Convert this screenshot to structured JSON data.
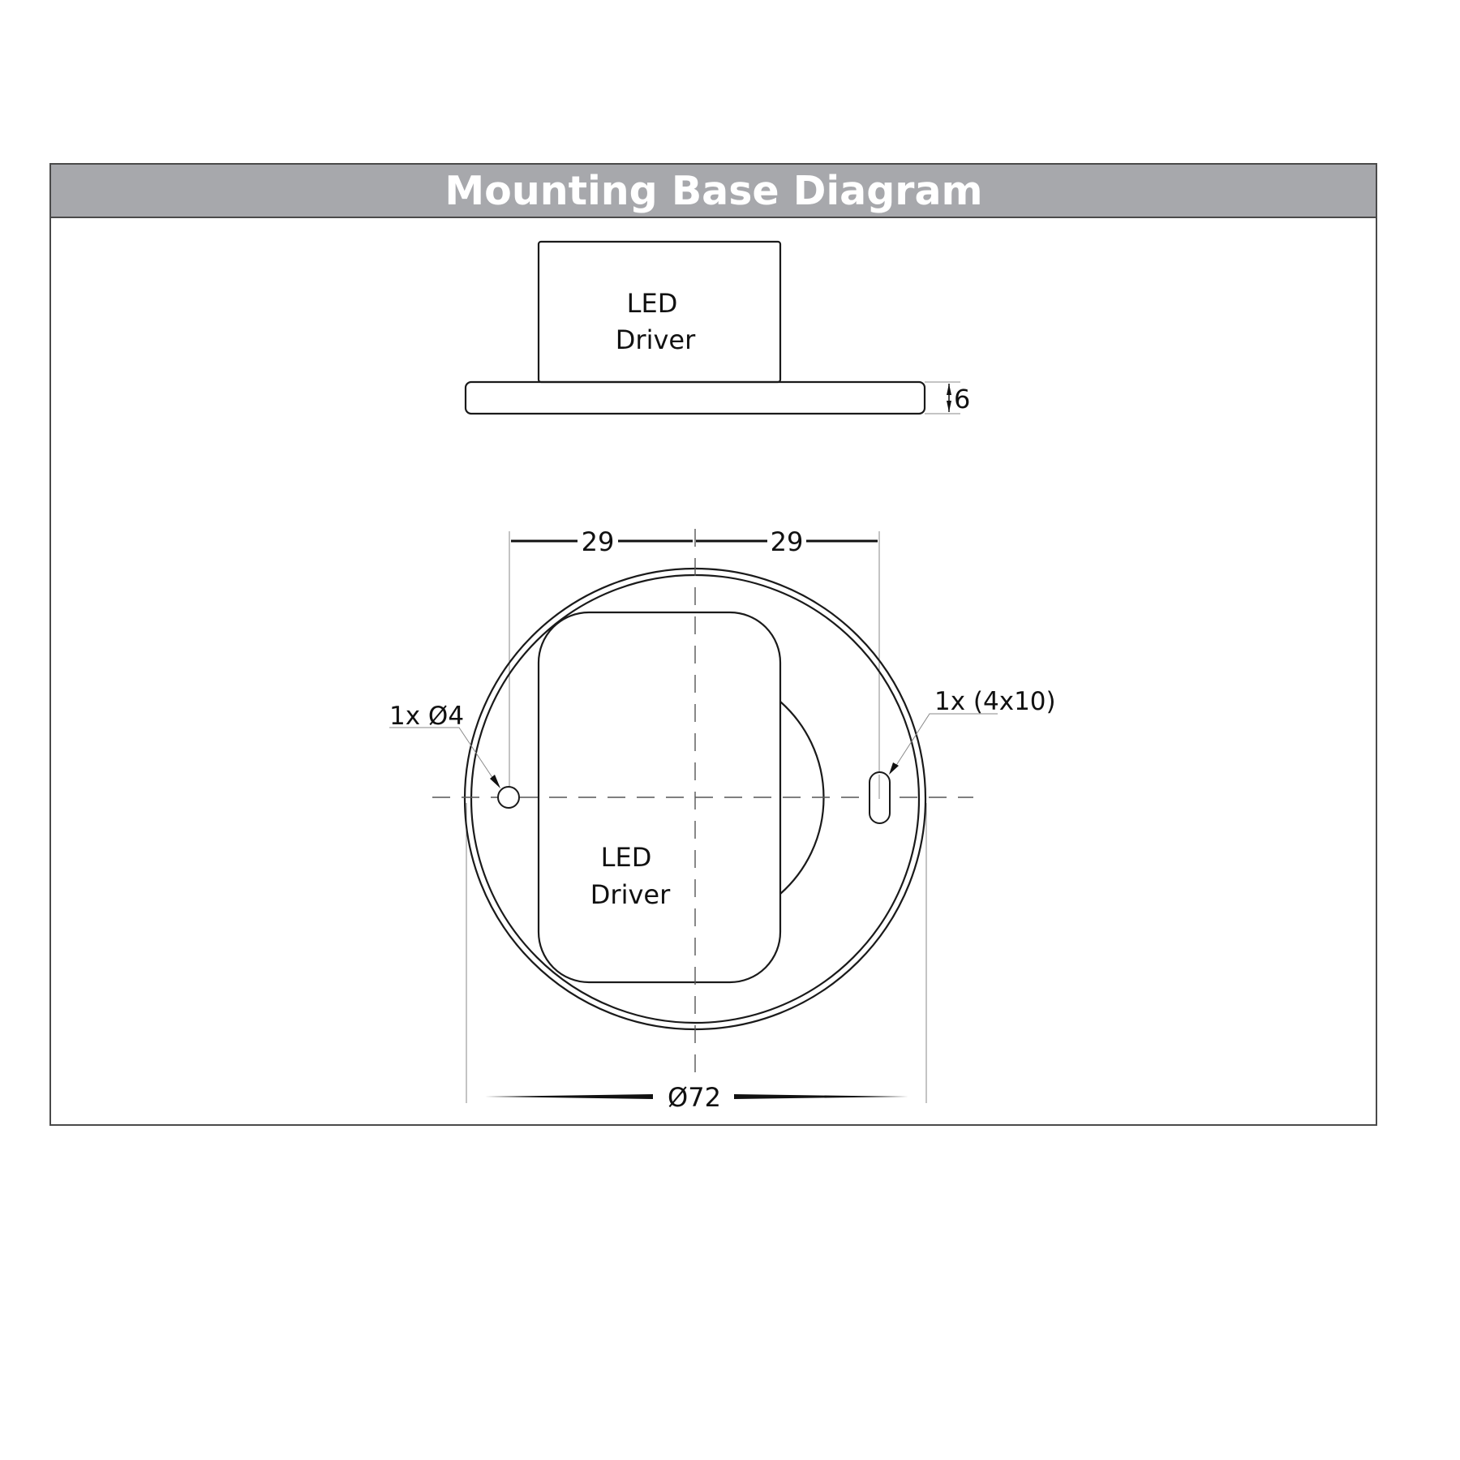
{
  "header": {
    "title": "Mounting Base Diagram",
    "background_color": "#a7a8ac",
    "text_color": "#ffffff"
  },
  "side_view": {
    "driver_label_line1": "LED",
    "driver_label_line2": "Driver",
    "plate_thickness_label": "6"
  },
  "plan_view": {
    "driver_label_line1": "LED",
    "driver_label_line2": "Driver",
    "dim_left_label": "29",
    "dim_right_label": "29",
    "diameter_label": "Ø72",
    "round_hole_callout": "1x Ø4",
    "slot_hole_callout": "1x (4x10)"
  },
  "colors": {
    "line": "#1a1a1a",
    "frame": "#4a4a4a",
    "extension_line": "#8a8a8a"
  }
}
